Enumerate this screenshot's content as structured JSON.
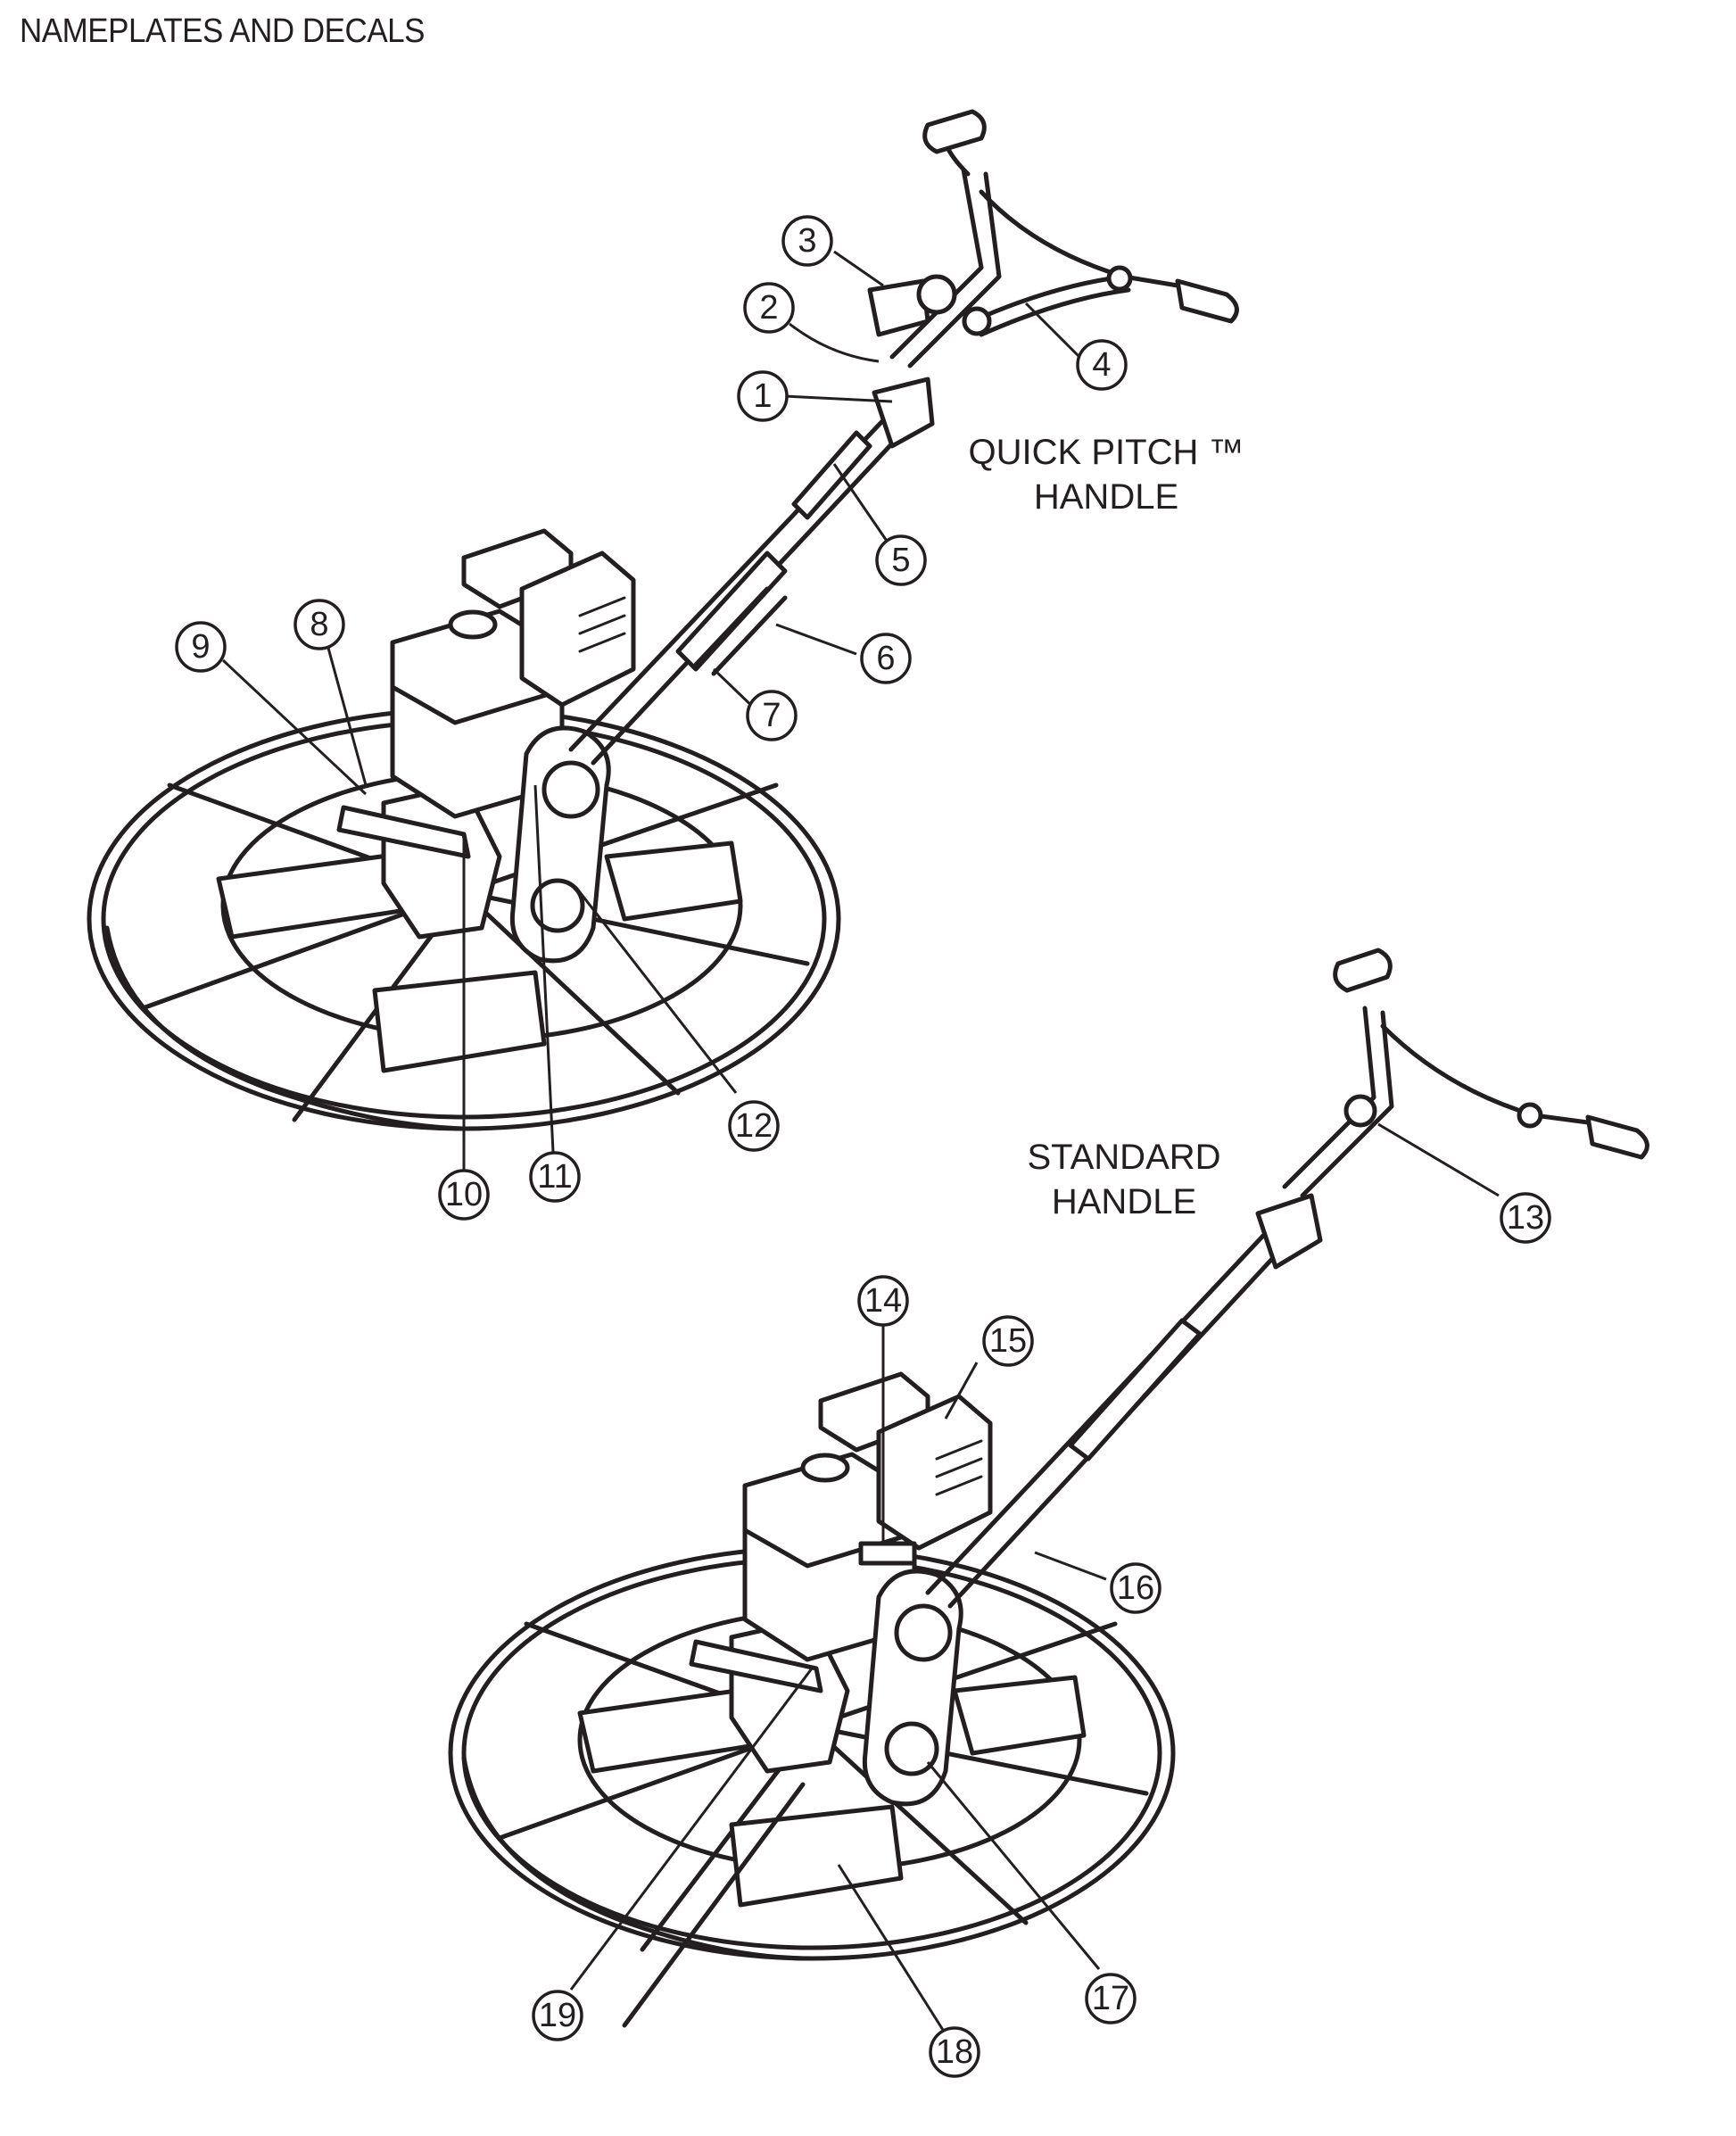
{
  "page_title": "NAMEPLATES AND DECALS",
  "captions": {
    "quick_pitch": {
      "line1": "QUICK PITCH ™",
      "line2": "HANDLE"
    },
    "standard": {
      "line1": "STANDARD",
      "line2": "HANDLE"
    }
  },
  "callouts": [
    "1",
    "2",
    "3",
    "4",
    "5",
    "6",
    "7",
    "8",
    "9",
    "10",
    "11",
    "12",
    "13",
    "14",
    "15",
    "16",
    "17",
    "18",
    "19"
  ]
}
